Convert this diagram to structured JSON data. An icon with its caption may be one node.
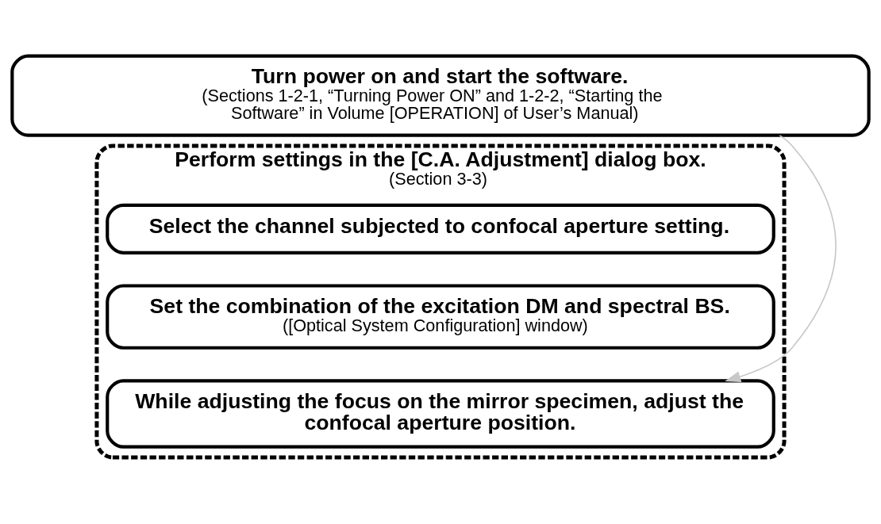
{
  "diagram": {
    "nodes": [
      {
        "text": [
          "Turn power on and start the software.",
          "(Sections 1-2-1, “Turning Power ON” and 1-2-2, “Starting the Software” in Volume [OPERATION] of User’s Manual)"
        ]
      },
      {
        "text": [
          "Perform settings in the [C.A. Adjustment] dialog box.",
          "(Section 3-3)"
        ]
      },
      {
        "text": [
          "Select the channel subjected to confocal aperture setting."
        ],
        "in": 1
      },
      {
        "text": [
          "Set the combination of the excitation DM and spectral BS.",
          "([Optical System Configuration] window)"
        ],
        "in": 1
      },
      {
        "text": [
          "While adjusting the focus on the mirror specimen, adjust the confocal aperture position."
        ],
        "in": 1
      }
    ],
    "edges": [
      {
        "from": 0,
        "to": 4,
        "arrow": "to",
        "color": "#c8c8c8"
      }
    ]
  }
}
